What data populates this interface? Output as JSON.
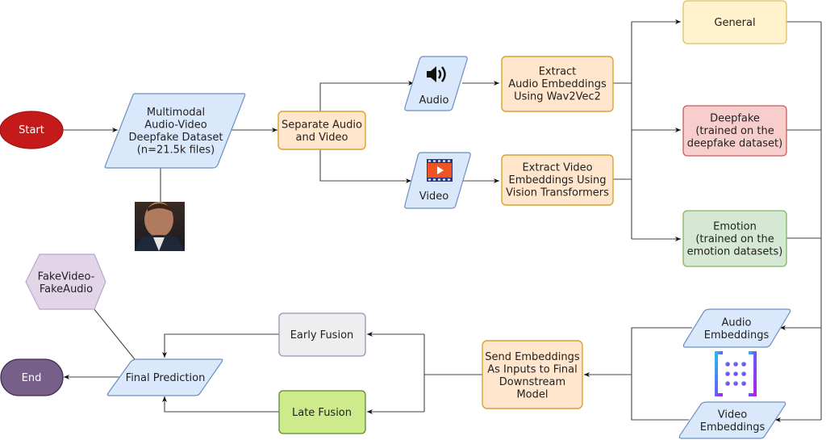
{
  "diagram": {
    "nodes": {
      "start": {
        "label": [
          "Start"
        ],
        "shape": "ellipse",
        "fill": "#c41a1a",
        "stroke": "#a01414",
        "text_color": "#ffffff"
      },
      "dataset": {
        "label": [
          "Multimodal",
          "Audio-Video",
          "Deepfake Dataset",
          "(n=21.5k files)"
        ],
        "shape": "parallelogram",
        "fill": "#dae8fc",
        "stroke": "#6c8ebf"
      },
      "thumbnail": {
        "label": [],
        "shape": "image",
        "icon": "face-thumbnail-icon"
      },
      "separate": {
        "label": [
          "Separate Audio",
          "and Video"
        ],
        "shape": "rounded-rect",
        "fill": "#ffe6cc",
        "stroke": "#d6a42e"
      },
      "audio": {
        "label": [
          "Audio"
        ],
        "shape": "parallelogram",
        "fill": "#dae8fc",
        "stroke": "#6c8ebf",
        "icon": "speaker-icon"
      },
      "video": {
        "label": [
          "Video"
        ],
        "shape": "parallelogram",
        "fill": "#dae8fc",
        "stroke": "#6c8ebf",
        "icon": "film-play-icon"
      },
      "extract_audio": {
        "label": [
          "Extract",
          "Audio Embeddings",
          "Using Wav2Vec2"
        ],
        "shape": "rounded-rect",
        "fill": "#ffe6cc",
        "stroke": "#d6a42e"
      },
      "extract_video": {
        "label": [
          "Extract Video",
          "Embeddings Using",
          "Vision Transformers"
        ],
        "shape": "rounded-rect",
        "fill": "#ffe6cc",
        "stroke": "#d6a42e"
      },
      "general": {
        "label": [
          "General"
        ],
        "shape": "rounded-rect",
        "fill": "#fff2cc",
        "stroke": "#e0c060"
      },
      "deepfake": {
        "label": [
          "Deepfake",
          "(trained on the",
          "deepfake dataset)"
        ],
        "shape": "rounded-rect",
        "fill": "#f8cecc",
        "stroke": "#c85a5a"
      },
      "emotion": {
        "label": [
          "Emotion",
          "(trained on the",
          "emotion datasets)"
        ],
        "shape": "rounded-rect",
        "fill": "#d5e8d4",
        "stroke": "#82b366"
      },
      "audio_emb": {
        "label": [
          "Audio",
          "Embeddings"
        ],
        "shape": "parallelogram",
        "fill": "#dae8fc",
        "stroke": "#6c8ebf"
      },
      "video_emb": {
        "label": [
          "Video",
          "Embeddings"
        ],
        "shape": "parallelogram",
        "fill": "#dae8fc",
        "stroke": "#6c8ebf"
      },
      "emb_icon": {
        "label": [],
        "shape": "icon",
        "icon": "embedding-matrix-icon"
      },
      "send": {
        "label": [
          "Send Embeddings",
          "As Inputs to Final",
          "Downstream",
          "Model"
        ],
        "shape": "rounded-rect",
        "fill": "#ffe6cc",
        "stroke": "#d6a42e"
      },
      "early": {
        "label": [
          "Early Fusion"
        ],
        "shape": "rounded-rect",
        "fill": "#eeeeee",
        "stroke": "#8a9ab0"
      },
      "late": {
        "label": [
          "Late Fusion"
        ],
        "shape": "rounded-rect",
        "fill": "#cdeb8b",
        "stroke": "#5a8a2a"
      },
      "final": {
        "label": [
          "Final Prediction"
        ],
        "shape": "parallelogram",
        "fill": "#dae8fc",
        "stroke": "#6c8ebf"
      },
      "fakevideo": {
        "label": [
          "FakeVideo-",
          "FakeAudio"
        ],
        "shape": "hexagon",
        "fill": "#e1d5e7",
        "stroke": "#b9a6c9"
      },
      "end": {
        "label": [
          "End"
        ],
        "shape": "stadium",
        "fill": "#76608a",
        "stroke": "#432d57",
        "text_color": "#ffffff"
      }
    },
    "edges": [
      {
        "from": "start",
        "to": "dataset",
        "arrow": true
      },
      {
        "from": "dataset",
        "to": "separate",
        "arrow": true
      },
      {
        "from": "dataset",
        "to": "thumbnail",
        "arrow": false
      },
      {
        "from": "separate",
        "to": "audio",
        "arrow": true
      },
      {
        "from": "separate",
        "to": "video",
        "arrow": true
      },
      {
        "from": "audio",
        "to": "extract_audio",
        "arrow": true
      },
      {
        "from": "video",
        "to": "extract_video",
        "arrow": true
      },
      {
        "from": "extract_audio",
        "to": "general",
        "arrow": true
      },
      {
        "from": "extract_audio",
        "to": "deepfake",
        "arrow": true
      },
      {
        "from": "extract_video",
        "to": "emotion",
        "arrow": true
      },
      {
        "from": "general",
        "to": "audio_emb",
        "arrow": true
      },
      {
        "from": "deepfake",
        "to": "audio_emb",
        "arrow": true
      },
      {
        "from": "emotion",
        "to": "video_emb",
        "arrow": true
      },
      {
        "from": "audio_emb",
        "to": "send",
        "arrow": true
      },
      {
        "from": "video_emb",
        "to": "send",
        "arrow": true
      },
      {
        "from": "send",
        "to": "early",
        "arrow": true
      },
      {
        "from": "send",
        "to": "late",
        "arrow": true
      },
      {
        "from": "early",
        "to": "final",
        "arrow": true
      },
      {
        "from": "late",
        "to": "final",
        "arrow": true
      },
      {
        "from": "final",
        "to": "end",
        "arrow": true
      },
      {
        "from": "fakevideo",
        "to": "final",
        "arrow": false
      }
    ]
  }
}
